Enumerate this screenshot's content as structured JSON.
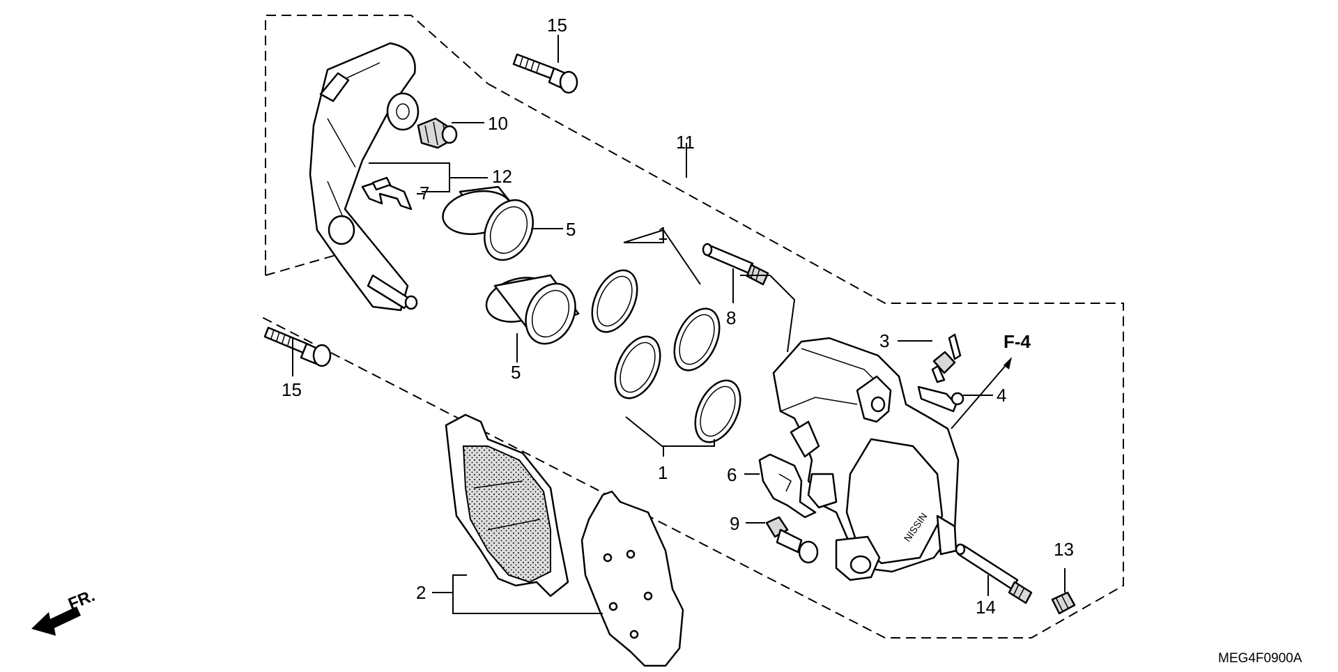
{
  "diagram": {
    "code": "MEG4F0900A",
    "section_ref": "F-4",
    "front_label": "FR.",
    "callouts": {
      "c1a": "1",
      "c1b": "1",
      "c2": "2",
      "c3": "3",
      "c4": "4",
      "c5a": "5",
      "c5b": "5",
      "c6": "6",
      "c7": "7",
      "c8": "8",
      "c9": "9",
      "c10": "10",
      "c11": "11",
      "c12": "12",
      "c13": "13",
      "c14": "14",
      "c15a": "15",
      "c15b": "15"
    },
    "caliper_brand": "NISSIN"
  }
}
